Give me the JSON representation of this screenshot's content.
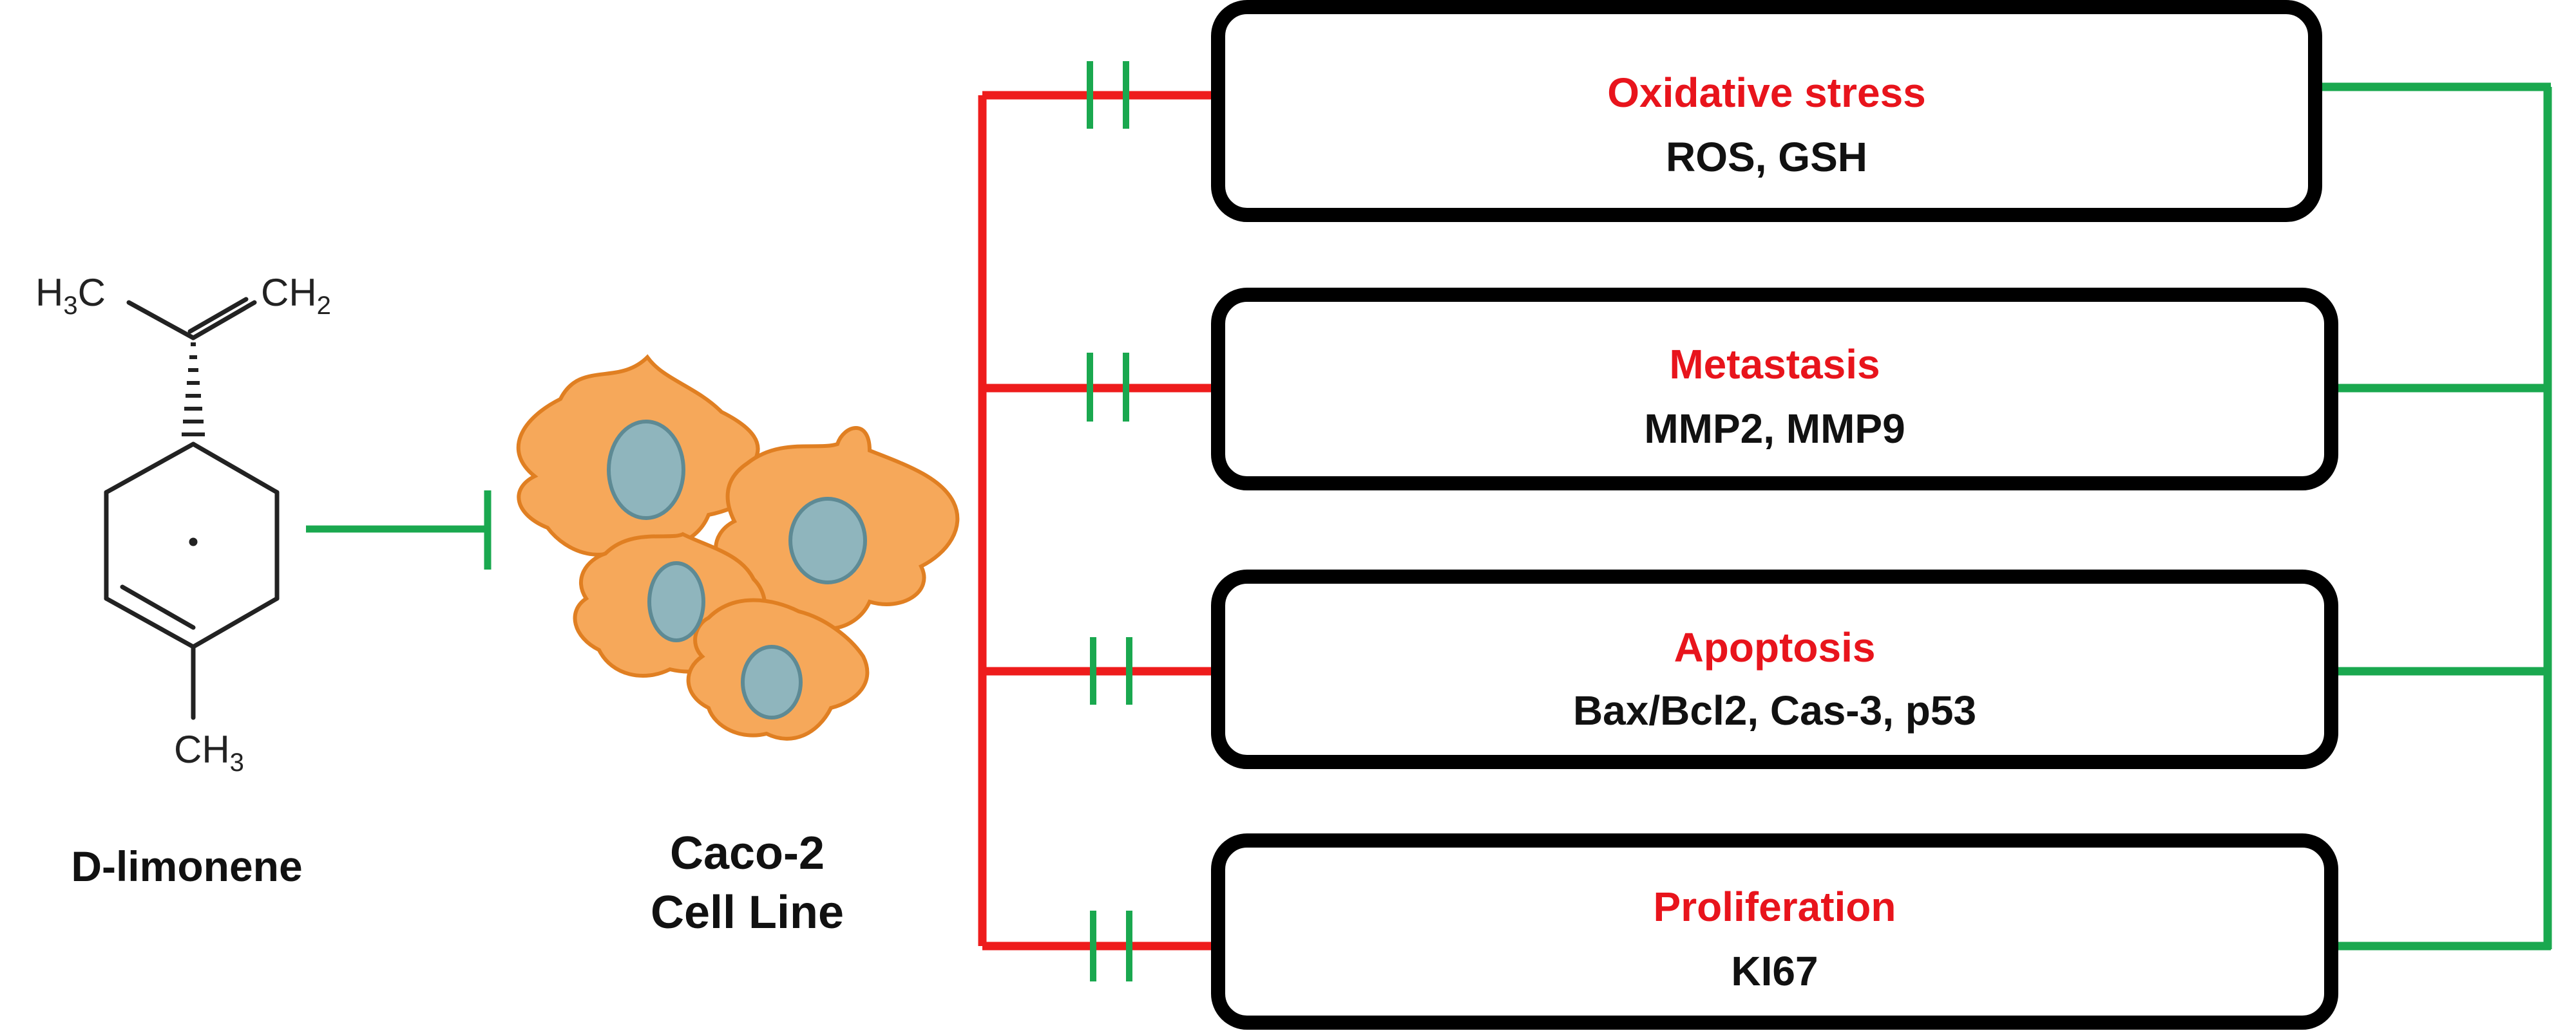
{
  "compound": {
    "name": "D-limonene",
    "groups": {
      "top_left": {
        "main": "H",
        "sub": "3",
        "tail": "C"
      },
      "top_right": {
        "main": "CH",
        "sub": "2"
      },
      "bottom": {
        "main": "CH",
        "sub": "3"
      }
    }
  },
  "cells": {
    "line1": "Caco-2",
    "line2": "Cell Line"
  },
  "effects": [
    {
      "title": "Oxidative stress",
      "markers": "ROS, GSH"
    },
    {
      "title": "Metastasis",
      "markers": "MMP2, MMP9"
    },
    {
      "title": "Apoptosis",
      "markers": "Bax/Bcl2, Cas-3, p53"
    },
    {
      "title": "Proliferation",
      "markers": "KI67"
    }
  ],
  "colors": {
    "inhibit_green": "#1aa84f",
    "path_red": "#ee1c1c",
    "title_red": "#e8141c",
    "cell_orange": "#f6a85a",
    "nucleus": "#8fb5bd"
  }
}
